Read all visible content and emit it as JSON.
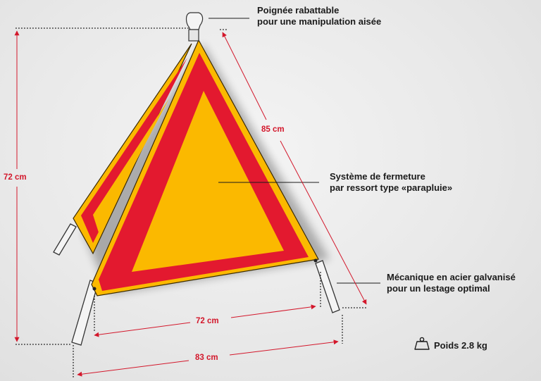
{
  "callouts": {
    "handle_line1": "Poignée rabattable",
    "handle_line2": "pour une manipulation aisée",
    "closure_line1": "Système de fermeture",
    "closure_line2": "par ressort type «parapluie»",
    "mechanics_line1": "Mécanique en acier galvanisé",
    "mechanics_line2": "pour un lestage optimal"
  },
  "dimensions": {
    "height": "72 cm",
    "side": "85 cm",
    "base_inner": "72 cm",
    "base_outer": "83 cm"
  },
  "weight": {
    "icon": "weight-icon",
    "label": "Poids 2.8 kg"
  },
  "colors": {
    "reflective_red": "#e3192f",
    "amber": "#fbb900",
    "dimension_red": "#d3172b"
  }
}
